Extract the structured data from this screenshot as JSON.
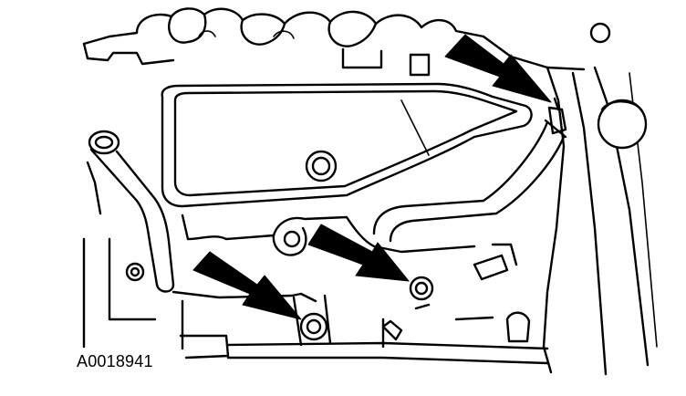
{
  "figure": {
    "id_label": "A0018941"
  },
  "callouts": [
    {
      "target": "heater-hose-connector",
      "icon": "pointer-arrow"
    },
    {
      "target": "coolant-tube-bolt-upper",
      "icon": "pointer-arrow"
    },
    {
      "target": "coolant-tube-bolt-lower",
      "icon": "pointer-arrow"
    }
  ]
}
